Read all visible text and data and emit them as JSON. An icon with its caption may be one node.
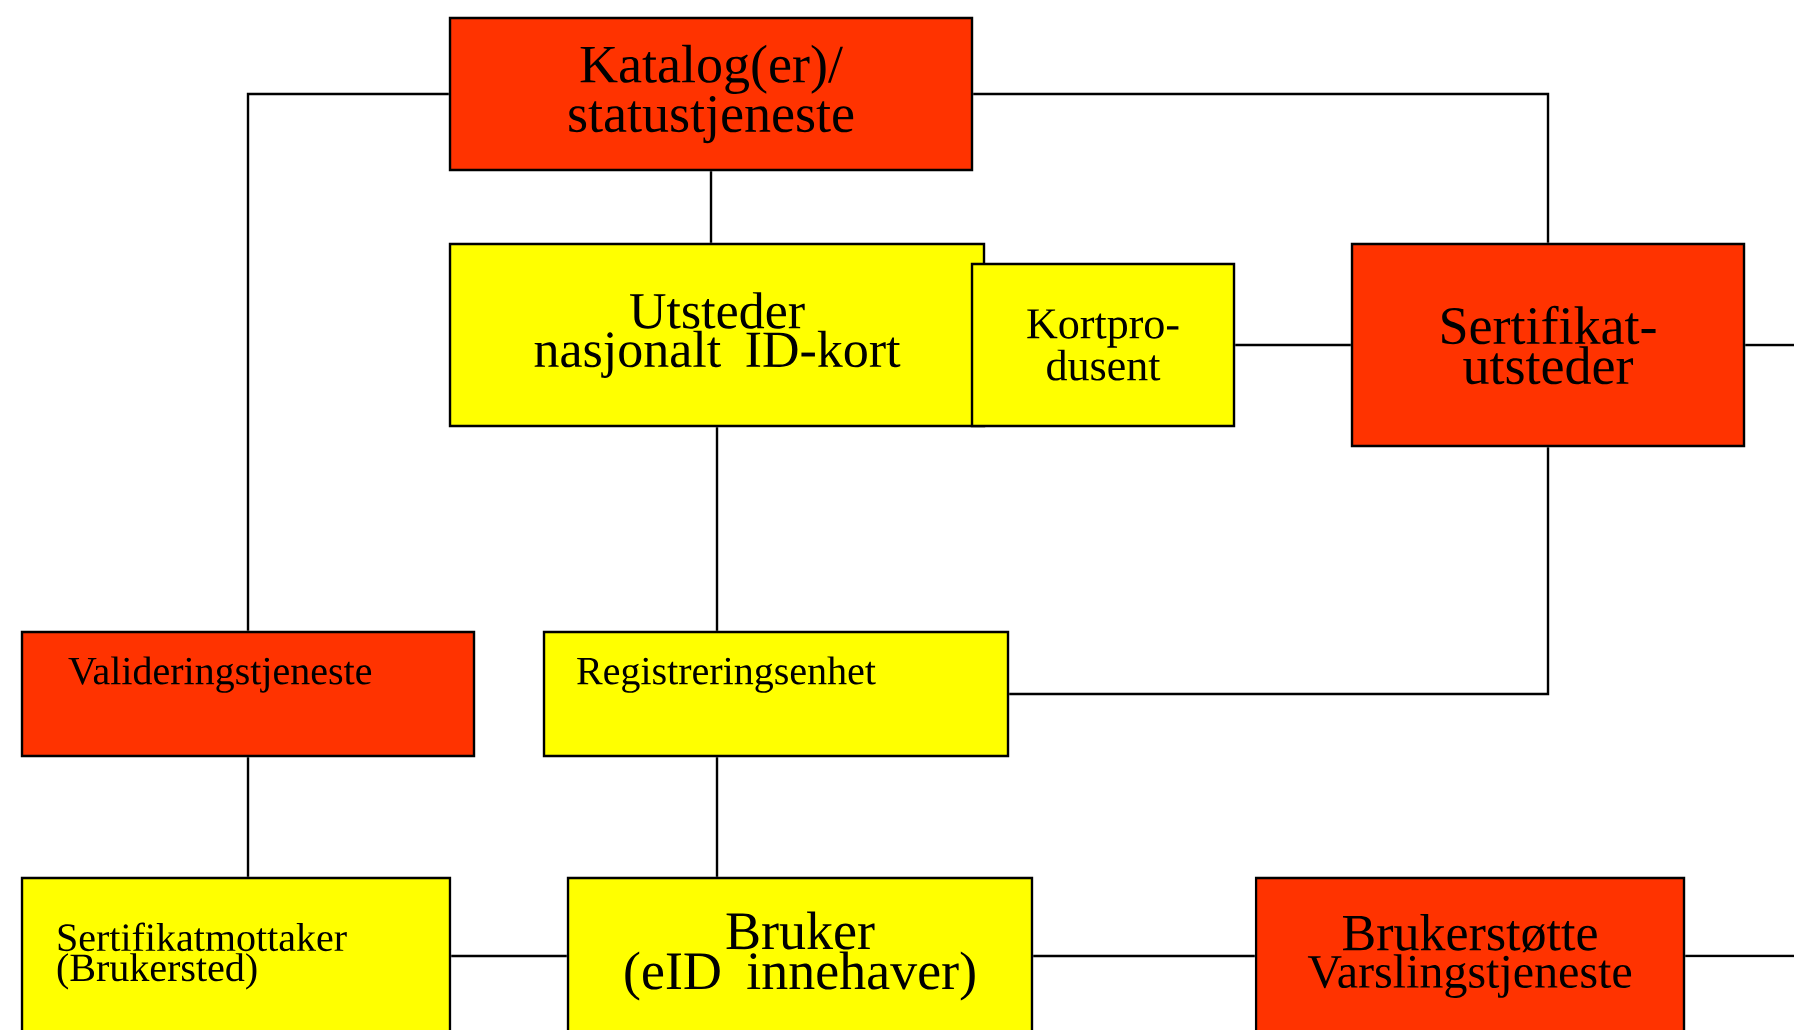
{
  "diagram": {
    "nodes": [
      {
        "text": [
          "Katalog(er)/ statustjeneste"
        ]
      },
      {
        "text": [
          "Utsteder nasjonalt ID-kort"
        ]
      },
      {
        "text": [
          "Kortpro- dusent"
        ]
      },
      {
        "text": [
          "Sertifikat- utsteder"
        ]
      },
      {
        "text": [
          "Valideringstjeneste"
        ]
      },
      {
        "text": [
          "Registreringsenhet"
        ]
      },
      {
        "text": [
          "Sertifikatmottaker (Brukersted)"
        ]
      },
      {
        "text": [
          "Bruker",
          "(eID innehaver)"
        ]
      },
      {
        "text": [
          "Brukerstøtte",
          "Varslingstjeneste"
        ]
      }
    ],
    "edges": [
      {
        "from": 0,
        "to": 1,
        "arrow": "none"
      },
      {
        "from": 0,
        "to": 3,
        "arrow": "none"
      },
      {
        "from": 0,
        "to": 4,
        "arrow": "none"
      },
      {
        "from": 1,
        "to": 5,
        "arrow": "none"
      },
      {
        "from": 2,
        "to": 3,
        "arrow": "none"
      },
      {
        "from": 3,
        "to": null,
        "arrow": "none"
      },
      {
        "from": 3,
        "to": 5,
        "arrow": "none"
      },
      {
        "from": 4,
        "to": 6,
        "arrow": "none"
      },
      {
        "from": 5,
        "to": 7,
        "arrow": "none"
      },
      {
        "from": 6,
        "to": 7,
        "arrow": "none"
      },
      {
        "from": 7,
        "to": 8,
        "arrow": "none"
      },
      {
        "from": 8,
        "to": null,
        "arrow": "none"
      }
    ]
  }
}
